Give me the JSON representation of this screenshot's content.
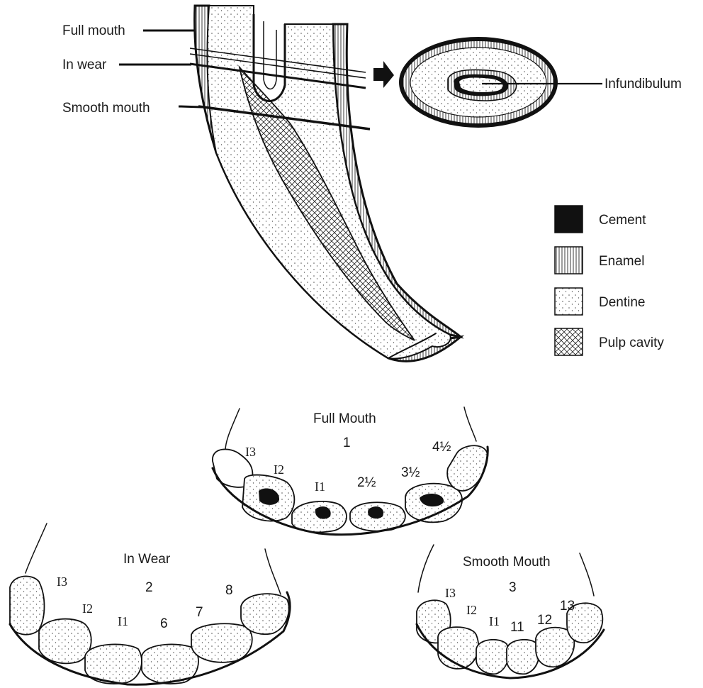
{
  "section_labels": {
    "full_mouth": "Full mouth",
    "in_wear": "In wear",
    "smooth_mouth": "Smooth mouth"
  },
  "cross_section_label": "Infundibulum",
  "legend": [
    {
      "label": "Cement",
      "pattern": "cement"
    },
    {
      "label": "Enamel",
      "pattern": "enamel"
    },
    {
      "label": "Dentine",
      "pattern": "dentine"
    },
    {
      "label": "Pulp cavity",
      "pattern": "pulp"
    }
  ],
  "panels": {
    "full_mouth": {
      "title": "Full Mouth",
      "number": "1",
      "tooth_labels": [
        "I3",
        "I2",
        "I1",
        "2½",
        "3½",
        "4½"
      ]
    },
    "in_wear": {
      "title": "In Wear",
      "number": "2",
      "tooth_labels": [
        "I3",
        "I2",
        "I1",
        "6",
        "7",
        "8"
      ]
    },
    "smooth_mouth": {
      "title": "Smooth Mouth",
      "number": "3",
      "tooth_labels": [
        "I3",
        "I2",
        "I1",
        "11",
        "12",
        "13"
      ]
    }
  },
  "colors": {
    "ink": "#111111",
    "fill": "#f6f3ea",
    "dots": "#555555"
  }
}
